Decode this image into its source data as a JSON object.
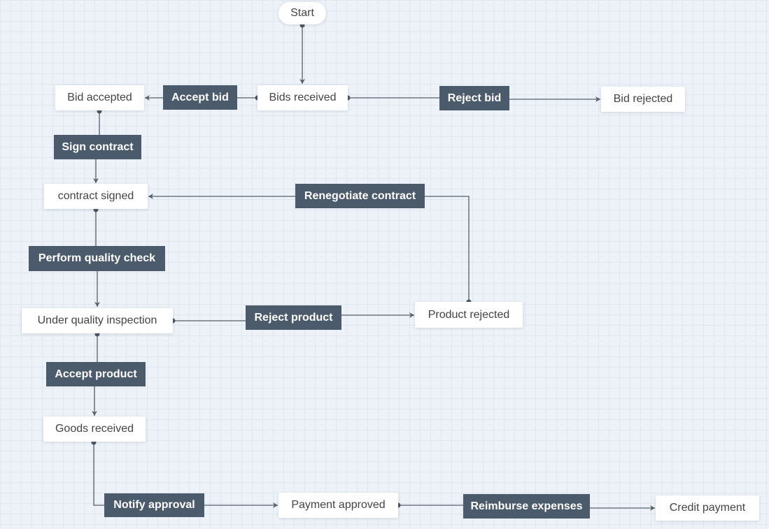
{
  "diagram": {
    "states": {
      "start": "Start",
      "bids_received": "Bids received",
      "bid_accepted": "Bid accepted",
      "bid_rejected": "Bid rejected",
      "contract_signed": "contract signed",
      "under_quality_inspection": "Under quality inspection",
      "product_rejected": "Product rejected",
      "goods_received": "Goods received",
      "payment_approved": "Payment approved",
      "credit_payment": "Credit payment"
    },
    "actions": {
      "accept_bid": "Accept bid",
      "reject_bid": "Reject bid",
      "sign_contract": "Sign contract",
      "renegotiate_contract": "Renegotiate contract",
      "perform_quality_check": "Perform quality check",
      "reject_product": "Reject product",
      "accept_product": "Accept product",
      "notify_approval": "Notify approval",
      "reimburse_expenses": "Reimburse expenses"
    },
    "colors": {
      "action_fill": "#4b5b6c",
      "edge": "#56606b",
      "state_fill": "#ffffff"
    }
  }
}
